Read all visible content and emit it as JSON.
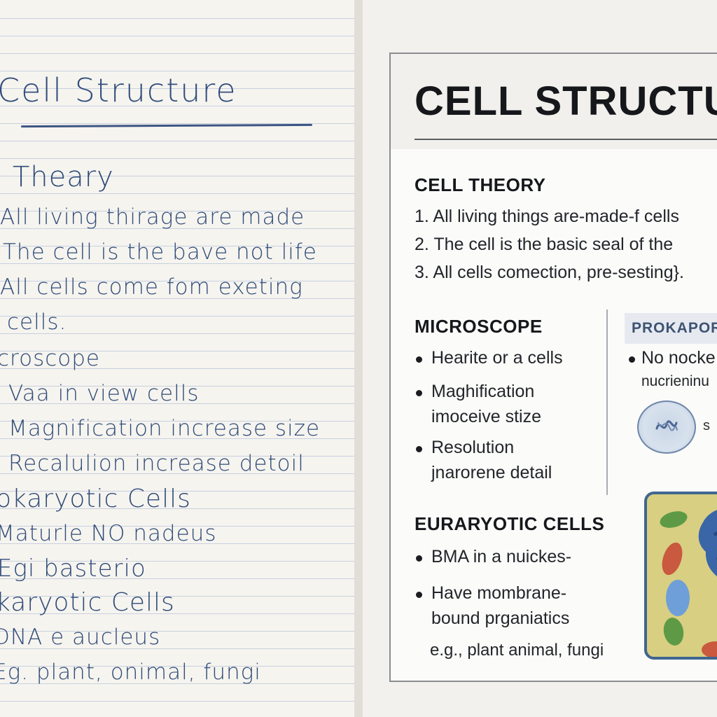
{
  "notes": {
    "title": "Cell Structure",
    "lines": [
      "i Theary",
      "All living thirage are made",
      "The cell is the bave not life",
      "All cells come fom exeting",
      "cells.",
      "croscope",
      "Vaa in view cells",
      "Magnification increase size",
      "Recalulion increase detoil",
      "okaryotic Cells",
      "Maturle NO nadeus",
      "Egi basterio",
      "karyotic Cells",
      "DNA e aucleus",
      "Eg. plant, onimal, fungi"
    ]
  },
  "summary": {
    "title": "CELL STRUCTU",
    "theory": {
      "heading": "CELL THEORY",
      "items": [
        "1. All living things are-made-f cells",
        "2. The cell is the basic seal of the",
        "3. All cells comection, pre-sesting}."
      ]
    },
    "microscope": {
      "heading": "MICROSCOPE",
      "items": [
        [
          "Hearite or a cells"
        ],
        [
          "Maghification",
          "imoceive stize"
        ],
        [
          "Resolution",
          "jnarorene detail"
        ]
      ]
    },
    "prokaryotic": {
      "heading": "PROKAPOR",
      "items": [
        [
          "No nocke",
          "nucrieninu"
        ]
      ],
      "cell_label": "s"
    },
    "eukaryotic": {
      "heading": "EURARYOTIC CELLS",
      "items": [
        [
          "BMA in a nuickes-"
        ],
        [
          "Have mombrane-",
          "bound prganiatics"
        ]
      ],
      "example": "e.g., plant animal, fungi"
    }
  },
  "colors": {
    "ink": "#2f4b78",
    "print": "#15171b",
    "nucleus": "#3a66a8",
    "chloroplast": "#5e9a45",
    "vacuole_red": "#c9593f",
    "cytoplasm": "#d8cf82"
  }
}
